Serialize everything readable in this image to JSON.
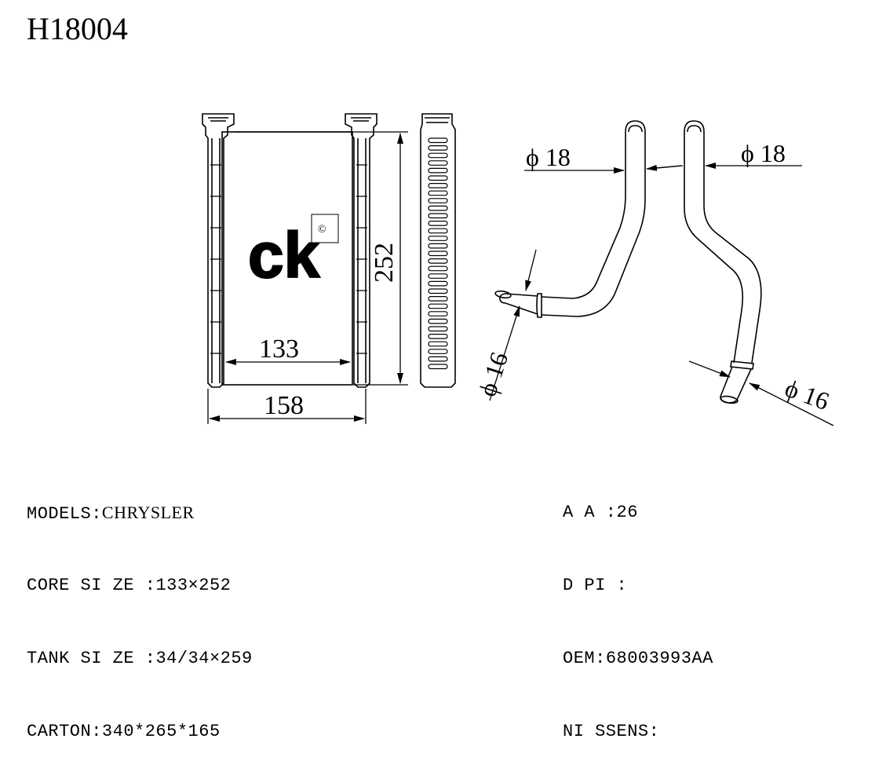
{
  "title": "H18004",
  "dimensions": {
    "height": "252",
    "inner_width": "133",
    "outer_width": "158",
    "pipe_top_left": "ϕ 18",
    "pipe_top_right": "ϕ 18",
    "pipe_bottom_left": "ϕ 16",
    "pipe_bottom_right": "ϕ 16"
  },
  "logo": {
    "text": "ck",
    "mark": "©"
  },
  "specs_left": [
    {
      "label": "MODELS:",
      "value": "CHRYSLER"
    },
    {
      "label": "CORE SI ZE :",
      "value": "133×252"
    },
    {
      "label": "TANK SI ZE :",
      "value": "34/34×259"
    },
    {
      "label": "CARTON:",
      "value": "340*265*165"
    }
  ],
  "specs_right": [
    {
      "label": "A A :",
      "value": "26"
    },
    {
      "label": "D PI :",
      "value": ""
    },
    {
      "label": "OEM:",
      "value": "68003993AA"
    },
    {
      "label": "NI SSENS:",
      "value": ""
    }
  ]
}
